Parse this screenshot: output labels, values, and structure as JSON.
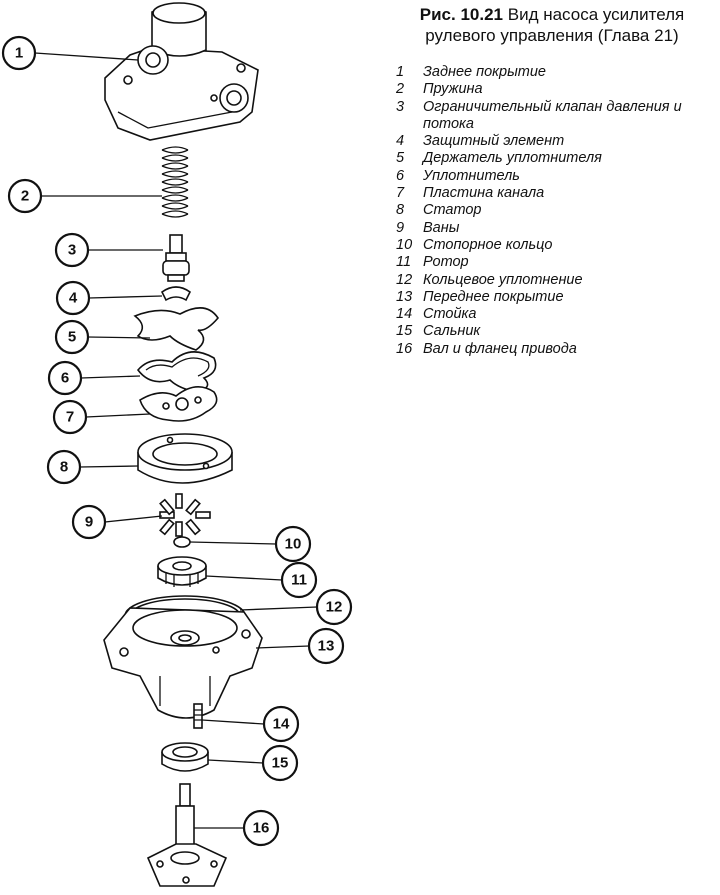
{
  "caption": {
    "figure_number": "Рис. 10.21",
    "title_line1": "Вид насоса усилителя",
    "title_line2": "рулевого управления (Глава 21)"
  },
  "legend": [
    {
      "number": "1",
      "label": "Заднее покрытие"
    },
    {
      "number": "2",
      "label": "Пружина"
    },
    {
      "number": "3",
      "label": "Ограничительный клапан давления и потока"
    },
    {
      "number": "4",
      "label": "Защитный элемент"
    },
    {
      "number": "5",
      "label": "Держатель уплотнителя"
    },
    {
      "number": "6",
      "label": "Уплотнитель"
    },
    {
      "number": "7",
      "label": "Пластина канала"
    },
    {
      "number": "8",
      "label": "Статор"
    },
    {
      "number": "9",
      "label": "Ваны"
    },
    {
      "number": "10",
      "label": "Стопорное кольцо"
    },
    {
      "number": "11",
      "label": "Ротор"
    },
    {
      "number": "12",
      "label": "Кольцевое уплотнение"
    },
    {
      "number": "13",
      "label": "Переднее покрытие"
    },
    {
      "number": "14",
      "label": "Стойка"
    },
    {
      "number": "15",
      "label": "Сальник"
    },
    {
      "number": "16",
      "label": "Вал и фланец привода"
    }
  ],
  "callouts": [
    "1",
    "2",
    "3",
    "4",
    "5",
    "6",
    "7",
    "8",
    "9",
    "10",
    "11",
    "12",
    "13",
    "14",
    "15",
    "16"
  ]
}
